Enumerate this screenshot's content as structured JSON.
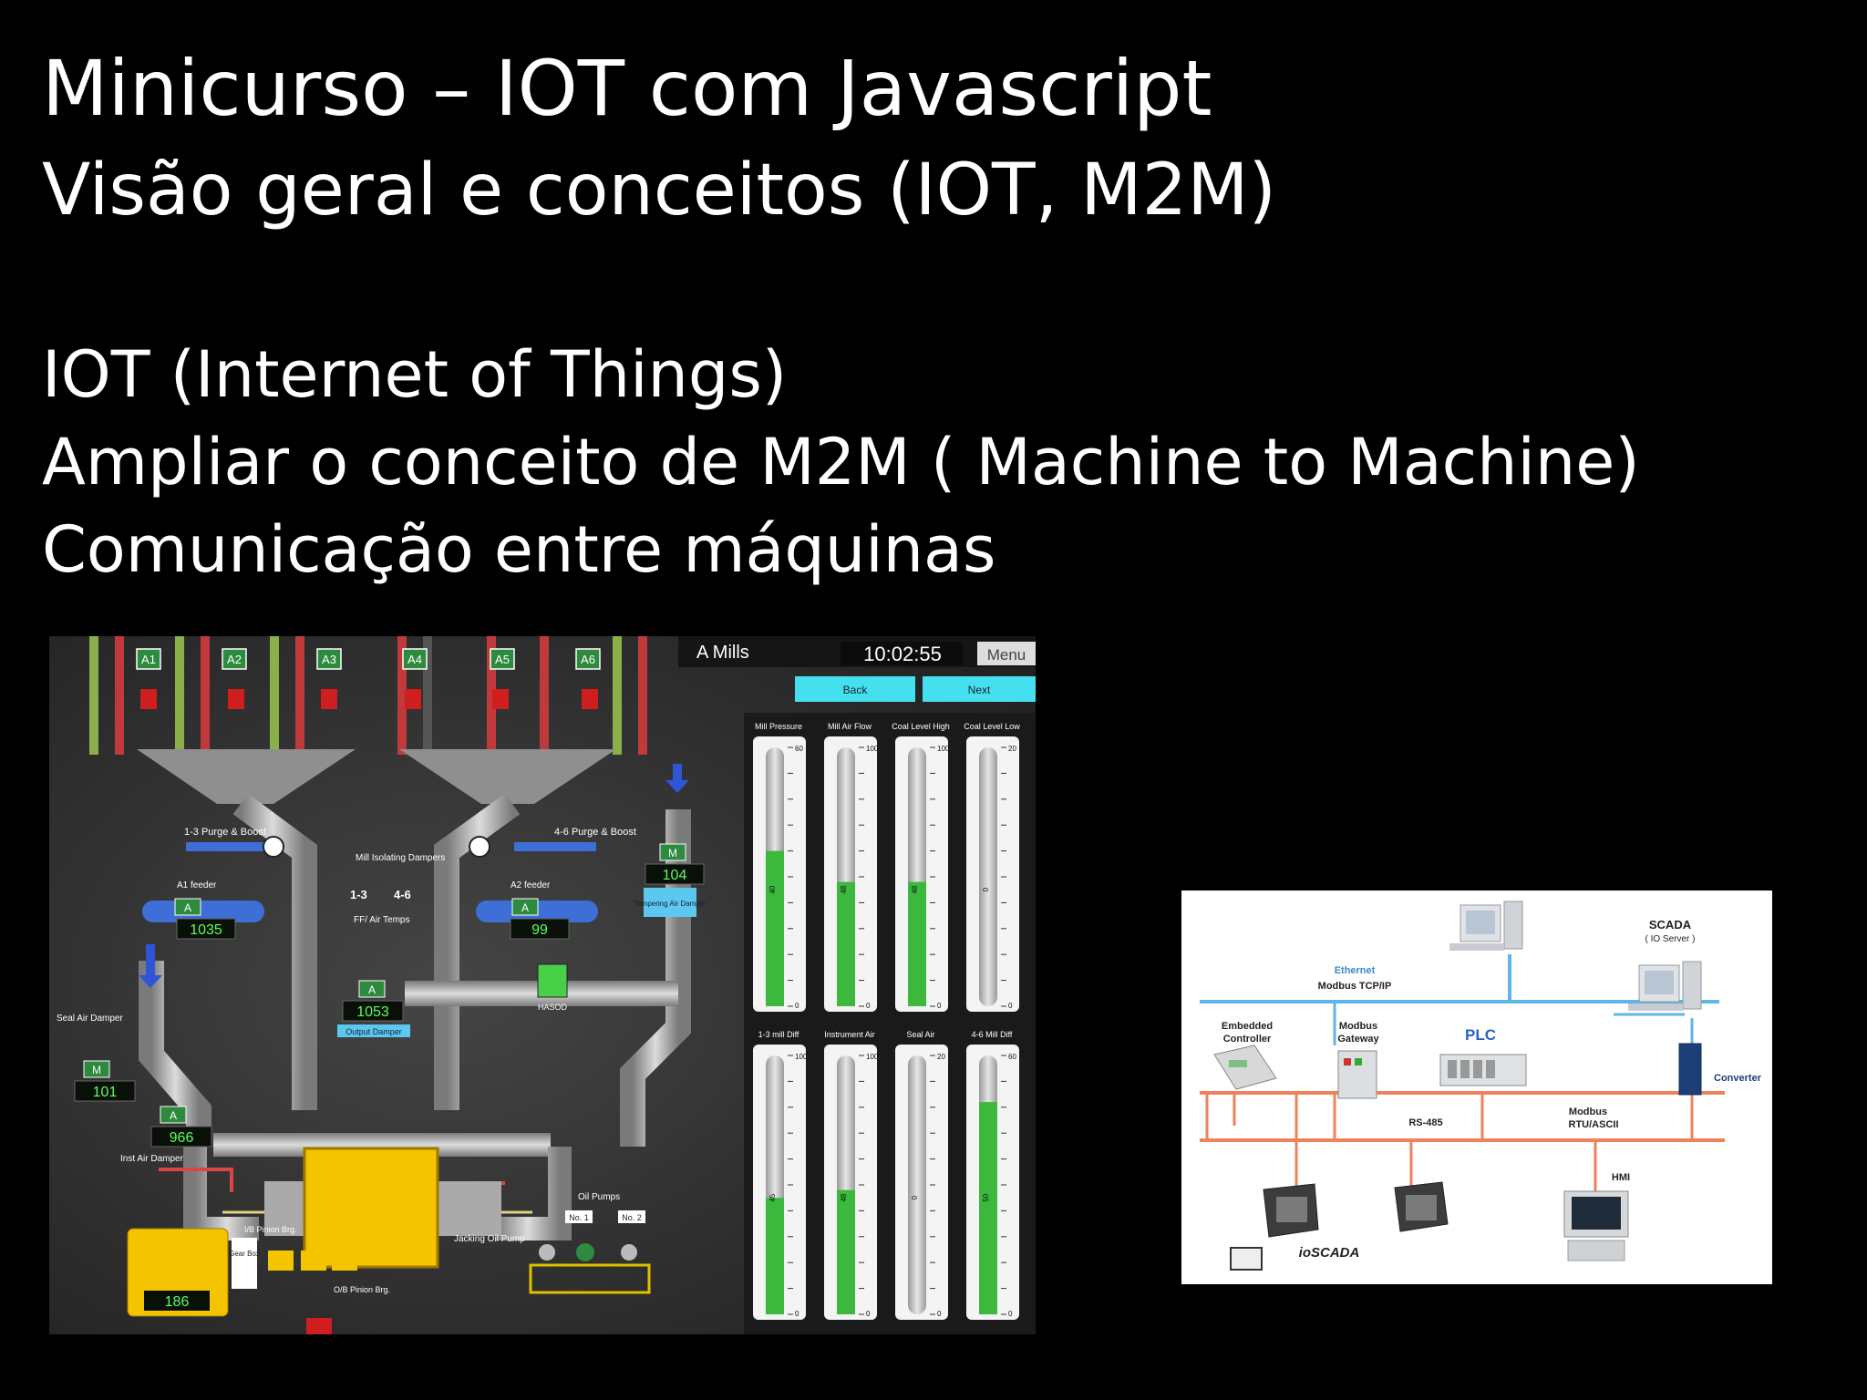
{
  "slide": {
    "title": "Minicurso – IOT com Javascript",
    "subtitle": "Visão geral e conceitos (IOT, M2M)",
    "body": [
      "IOT (Internet of Things)",
      "Ampliar o conceito de M2M ( Machine to Machine)",
      "Comunicação entre máquinas"
    ]
  },
  "hmi": {
    "station": "A Mills",
    "time": "10:02:55",
    "menu_label": "Menu",
    "back_label": "Back",
    "next_label": "Next",
    "feeders": [
      "A1",
      "A2",
      "A3",
      "A4",
      "A5",
      "A6"
    ],
    "purge_left": "1-3 Purge & Boost",
    "purge_right": "4-6 Purge & Boost",
    "isolating": "Mill Isolating Dampers",
    "isolating_line2": "Dampers",
    "group_a": "1-3",
    "group_b": "4-6",
    "ff_temps": "FF/ Air Temps",
    "a1_feeder": "A1 feeder",
    "a2_feeder": "A2 feeder",
    "a1_value": "1035",
    "a2_value": "99",
    "tempering": "Tempering Air Damper",
    "tempering_value": "104",
    "output_value": "1053",
    "output_label": "Output Damper",
    "hasod": "HASOD",
    "seal_air_damper": "Seal Air Damper",
    "seal_value": "101",
    "inst_value": "966",
    "inst_air_damper": "Inst Air Damper",
    "oil_pumps": "Oil Pumps",
    "jacking": "Jacking Oil Pump",
    "no1": "No. 1",
    "no2": "No. 2",
    "ib_pinion": "I/B Pinion Brg.",
    "ob_pinion": "O/B Pinion Brg.",
    "gear_box": "Gear Box",
    "gauge_value": "186",
    "badge_a": "A",
    "badge_m": "M",
    "gauges_top": [
      {
        "label": "Mill Pressure",
        "max": "60",
        "level": 0.6,
        "reading": "40"
      },
      {
        "label": "Mill Air Flow",
        "max": "100",
        "level": 0.48,
        "reading": "48"
      },
      {
        "label": "Coal Level High",
        "max": "100",
        "level": 0.48,
        "reading": "48"
      },
      {
        "label": "Coal Level Low",
        "max": "20",
        "level": 0,
        "reading": "0"
      }
    ],
    "gauges_bottom": [
      {
        "label": "1-3 mill Diff",
        "max": "100",
        "level": 0.45,
        "reading": "45"
      },
      {
        "label": "Instrument Air",
        "max": "100",
        "level": 0.48,
        "reading": "48"
      },
      {
        "label": "Seal Air",
        "max": "20",
        "level": 0,
        "reading": "0"
      },
      {
        "label": "4-6 Mill Diff",
        "max": "60",
        "level": 0.82,
        "reading": "50"
      }
    ],
    "zero": "0"
  },
  "network": {
    "scada": "SCADA",
    "io_server": "( IO Server )",
    "ethernet": "Ethernet",
    "modbus_tcp": "Modbus TCP/IP",
    "embedded": "Embedded",
    "controller": "Controller",
    "modbus": "Modbus",
    "gateway": "Gateway",
    "plc": "PLC",
    "converter": "Converter",
    "rs485": "RS-485",
    "modbus_rtu": "Modbus",
    "rtu_ascii": "RTU/ASCII",
    "hmi": "HMI",
    "ioscada": "ioSCADA"
  },
  "colors": {
    "background": "#000000",
    "ethernet_line": "#5fb4e8",
    "serial_line": "#f0825a",
    "gauge_fill": "#3cb93c",
    "hmi_cyan": "#45e0f0"
  }
}
